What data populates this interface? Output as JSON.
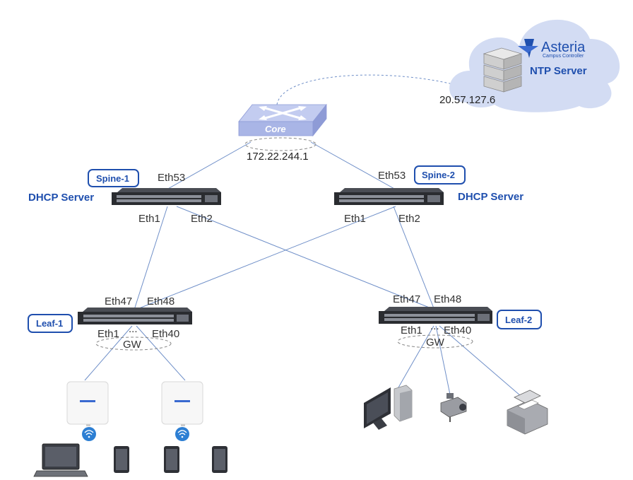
{
  "brand": {
    "logo_name": "Asteria",
    "logo_subtitle": "Campus Controller",
    "ntp_label": "NTP Server",
    "ntp_ip": "20.57.127.6"
  },
  "core": {
    "label": "Core",
    "ip": "172.22.244.1"
  },
  "spine1": {
    "badge": "Spine-1",
    "role": "DHCP Server",
    "uplink": "Eth53",
    "port_a": "Eth1",
    "port_b": "Eth2"
  },
  "spine2": {
    "badge": "Spine-2",
    "role": "DHCP Server",
    "uplink": "Eth53",
    "port_a": "Eth1",
    "port_b": "Eth2"
  },
  "leaf1": {
    "badge": "Leaf-1",
    "up_a": "Eth47",
    "up_b": "Eth48",
    "down_a": "Eth1",
    "down_b": "Eth40",
    "gw": "GW",
    "dots": "..."
  },
  "leaf2": {
    "badge": "Leaf-2",
    "up_a": "Eth47",
    "up_b": "Eth48",
    "down_a": "Eth1",
    "down_b": "Eth40",
    "gw": "GW",
    "dots": "..."
  },
  "colors": {
    "link": "#6f8fc8",
    "accent": "#1f4fae",
    "cloud": "#d3dcf3",
    "core_switch": "#a9b5e6",
    "switch_body": "#2a2c30",
    "ap": "#f4f4f4",
    "wifi": "#2d7fd3"
  },
  "icons": [
    "cloud-icon",
    "server-stack-icon",
    "core-switch-icon",
    "switch-icon",
    "access-point-icon",
    "wifi-icon",
    "laptop-icon",
    "phone-icon",
    "desktop-icon",
    "camera-icon",
    "printer-icon"
  ]
}
